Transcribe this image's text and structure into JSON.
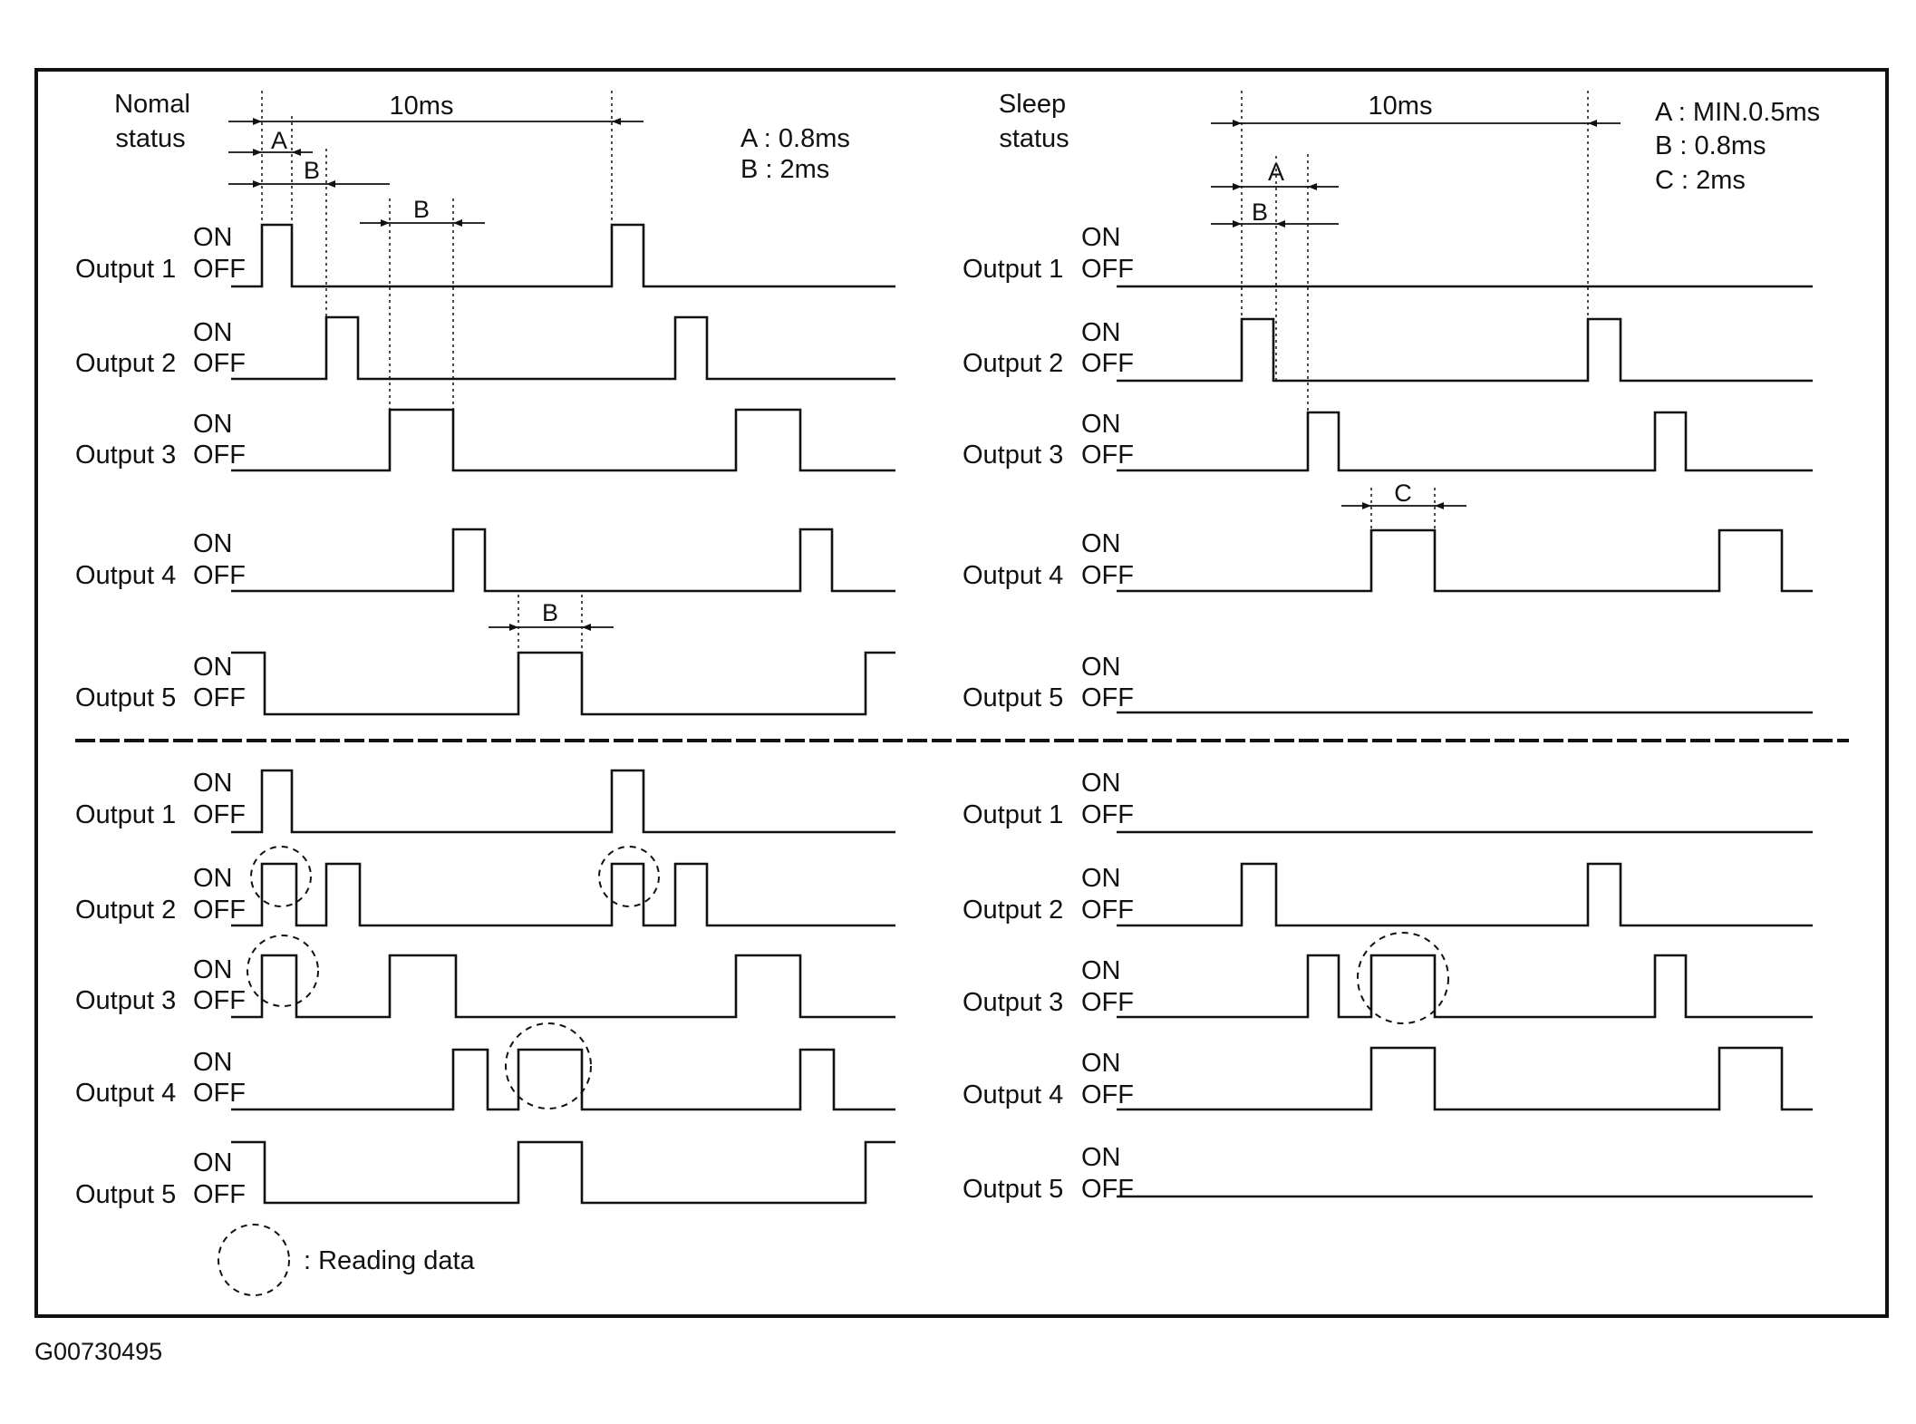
{
  "normal_header": {
    "line1": "Nomal",
    "line2": "status"
  },
  "sleep_header": {
    "line1": "Sleep",
    "line2": "status"
  },
  "period_label": "10ms",
  "normal_legend": [
    "A : 0.8ms",
    "B : 2ms"
  ],
  "sleep_legend": [
    "A : MIN.0.5ms",
    "B : 0.8ms",
    "C : 2ms"
  ],
  "dim_letters": {
    "a": "A",
    "b": "B",
    "c": "C"
  },
  "on_label": "ON",
  "off_label": "OFF",
  "outputs": [
    "Output 1",
    "Output 2",
    "Output 3",
    "Output 4",
    "Output 5"
  ],
  "reading_label": ": Reading data",
  "figure_code": "G00730495"
}
